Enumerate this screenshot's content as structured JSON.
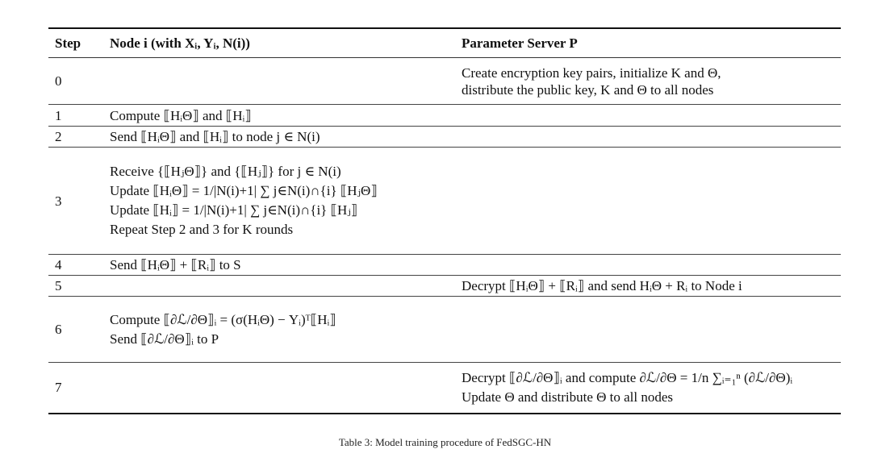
{
  "table": {
    "headers": {
      "step": "Step",
      "node": "Node i (with Xᵢ, Yᵢ, N(i))",
      "server": "Parameter Server P"
    },
    "rows": [
      {
        "step": "0",
        "node": [],
        "server": [
          "Create encryption key pairs, initialize K and Θ,",
          "distribute the public key, K and Θ to all nodes"
        ]
      },
      {
        "step": "1",
        "node": [
          "Compute ⟦HᵢΘ⟧ and ⟦Hᵢ⟧"
        ],
        "server": []
      },
      {
        "step": "2",
        "node": [
          "Send ⟦HᵢΘ⟧ and ⟦Hᵢ⟧ to node j ∈ N(i)"
        ],
        "server": []
      },
      {
        "step": "3",
        "node": [
          "Receive {⟦HⱼΘ⟧} and {⟦Hⱼ⟧} for j ∈ N(i)",
          "Update ⟦HᵢΘ⟧ = 1/|N(i)+1| ∑ j∈N(i)∩{i} ⟦HⱼΘ⟧",
          "Update ⟦Hᵢ⟧ = 1/|N(i)+1| ∑ j∈N(i)∩{i} ⟦Hⱼ⟧",
          "Repeat Step 2 and 3 for K rounds"
        ],
        "server": []
      },
      {
        "step": "4",
        "node": [
          "Send ⟦HᵢΘ⟧ + ⟦Rᵢ⟧ to S"
        ],
        "server": []
      },
      {
        "step": "5",
        "node": [],
        "server": [
          "Decrypt ⟦HᵢΘ⟧ + ⟦Rᵢ⟧ and send HᵢΘ + Rᵢ to Node i"
        ]
      },
      {
        "step": "6",
        "node": [
          "Compute ⟦∂ℒ/∂Θ⟧ᵢ = (σ(HᵢΘ) − Yᵢ)ᵀ⟦Hᵢ⟧",
          "Send ⟦∂ℒ/∂Θ⟧ᵢ to P"
        ],
        "server": []
      },
      {
        "step": "7",
        "node": [],
        "server": [
          "Decrypt ⟦∂ℒ/∂Θ⟧ᵢ and compute ∂ℒ/∂Θ = 1/n ∑ᵢ₌₁ⁿ (∂ℒ/∂Θ)ᵢ",
          "Update Θ and distribute Θ to all nodes"
        ]
      }
    ]
  },
  "caption": "Table 3: Model training procedure of FedSGC-HN"
}
